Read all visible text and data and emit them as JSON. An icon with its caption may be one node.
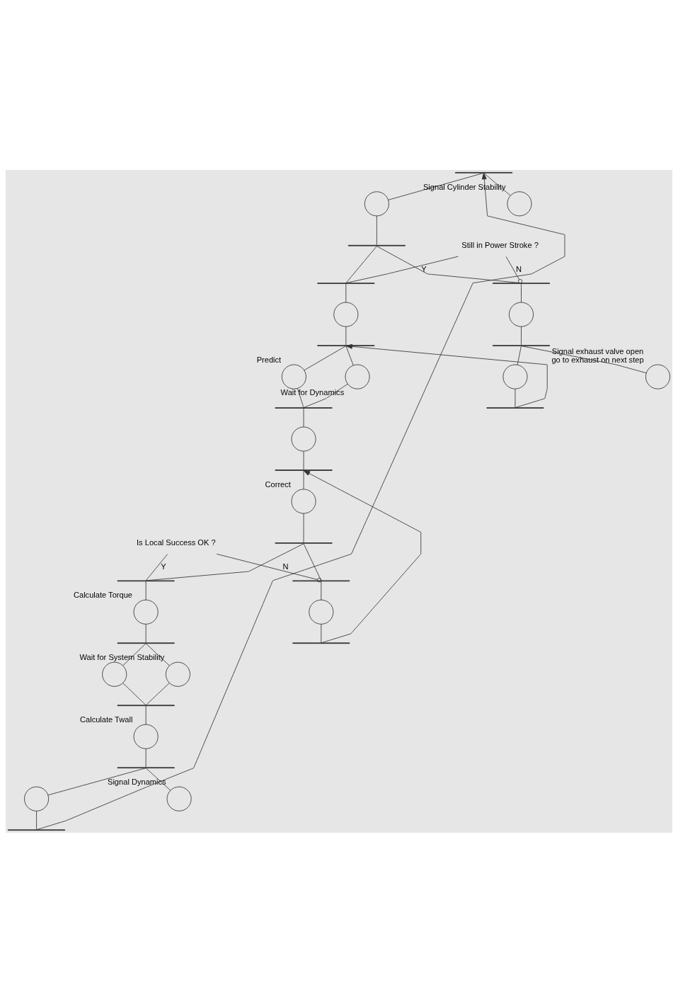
{
  "diagram": {
    "nodes": [
      {
        "text": [],
        "shape": "bar"
      },
      {
        "text": [],
        "shape": "circle"
      },
      {
        "text": [],
        "shape": "circle",
        "beside": [
          "Signal Cylinder Stability"
        ]
      },
      {
        "text": [
          "Still in Power Stroke ?"
        ]
      },
      {
        "text": [],
        "shape": "bar"
      },
      {
        "text": [],
        "shape": "bar"
      },
      {
        "text": [],
        "shape": "bar"
      },
      {
        "text": [],
        "shape": "circle"
      },
      {
        "text": [],
        "shape": "circle"
      },
      {
        "text": [],
        "shape": "bar"
      },
      {
        "text": [],
        "shape": "bar"
      },
      {
        "text": [],
        "shape": "circle",
        "beside": [
          "Predict"
        ]
      },
      {
        "text": [],
        "shape": "circle",
        "beside": [
          "Wait for Dynamics"
        ]
      },
      {
        "text": [],
        "shape": "circle"
      },
      {
        "text": [],
        "shape": "circle",
        "beside": [
          "Signal exhaust valve open",
          "go to exhaust on next step"
        ]
      },
      {
        "text": [],
        "shape": "bar"
      },
      {
        "text": [],
        "shape": "bar"
      },
      {
        "text": [],
        "shape": "circle"
      },
      {
        "text": [],
        "shape": "bar"
      },
      {
        "text": [],
        "shape": "circle",
        "beside": [
          "Correct"
        ]
      },
      {
        "text": [
          "Is Local Success OK ?"
        ]
      },
      {
        "text": [],
        "shape": "bar"
      },
      {
        "text": [],
        "shape": "bar"
      },
      {
        "text": [],
        "shape": "bar"
      },
      {
        "text": [],
        "shape": "circle",
        "beside": [
          "Calculate Torque"
        ]
      },
      {
        "text": [],
        "shape": "circle"
      },
      {
        "text": [],
        "shape": "bar"
      },
      {
        "text": [],
        "shape": "bar"
      },
      {
        "text": [],
        "shape": "circle"
      },
      {
        "text": [],
        "shape": "circle",
        "beside": [
          "Wait for System Stability"
        ]
      },
      {
        "text": [],
        "shape": "bar"
      },
      {
        "text": [],
        "shape": "circle",
        "beside": [
          "Calculate Twall"
        ]
      },
      {
        "text": [],
        "shape": "bar"
      },
      {
        "text": [],
        "shape": "circle"
      },
      {
        "text": [],
        "shape": "circle",
        "beside": [
          "Signal Dynamics"
        ]
      },
      {
        "text": [],
        "shape": "bar"
      }
    ],
    "edges": [
      {
        "from": 35,
        "to": 0,
        "arrow": "to"
      },
      {
        "from": 0,
        "to": 1,
        "arrow": "none"
      },
      {
        "from": 0,
        "to": 2,
        "arrow": "none"
      },
      {
        "from": 1,
        "to": 4,
        "arrow": "none"
      },
      {
        "from": 4,
        "to": 5,
        "arrow": "none"
      },
      {
        "from": 4,
        "to": 6,
        "arrow": "none"
      },
      {
        "from": 3,
        "to": 5,
        "arrow": "none",
        "label": "Y"
      },
      {
        "from": 3,
        "to": 6,
        "arrow": "other",
        "label": "N"
      },
      {
        "from": 5,
        "to": 7,
        "arrow": "none"
      },
      {
        "from": 6,
        "to": 8,
        "arrow": "none"
      },
      {
        "from": 7,
        "to": 9,
        "arrow": "none"
      },
      {
        "from": 8,
        "to": 10,
        "arrow": "none"
      },
      {
        "from": 9,
        "to": 11,
        "arrow": "none"
      },
      {
        "from": 9,
        "to": 12,
        "arrow": "none"
      },
      {
        "from": 10,
        "to": 13,
        "arrow": "none"
      },
      {
        "from": 10,
        "to": 14,
        "arrow": "none"
      },
      {
        "from": 11,
        "to": 15,
        "arrow": "none"
      },
      {
        "from": 12,
        "to": 15,
        "arrow": "none"
      },
      {
        "from": 13,
        "to": 16,
        "arrow": "none"
      },
      {
        "from": 16,
        "to": 9,
        "arrow": "to"
      },
      {
        "from": 15,
        "to": 17,
        "arrow": "none"
      },
      {
        "from": 17,
        "to": 18,
        "arrow": "none"
      },
      {
        "from": 27,
        "to": 18,
        "arrow": "to"
      },
      {
        "from": 18,
        "to": 19,
        "arrow": "none"
      },
      {
        "from": 19,
        "to": 21,
        "arrow": "none"
      },
      {
        "from": 21,
        "to": 22,
        "arrow": "none"
      },
      {
        "from": 21,
        "to": 23,
        "arrow": "none"
      },
      {
        "from": 20,
        "to": 22,
        "arrow": "none",
        "label": "Y"
      },
      {
        "from": 20,
        "to": 23,
        "arrow": "other",
        "label": "N"
      },
      {
        "from": 22,
        "to": 24,
        "arrow": "none"
      },
      {
        "from": 23,
        "to": 25,
        "arrow": "none"
      },
      {
        "from": 24,
        "to": 26,
        "arrow": "none"
      },
      {
        "from": 25,
        "to": 27,
        "arrow": "none"
      },
      {
        "from": 26,
        "to": 28,
        "arrow": "none"
      },
      {
        "from": 26,
        "to": 29,
        "arrow": "none"
      },
      {
        "from": 28,
        "to": 30,
        "arrow": "none"
      },
      {
        "from": 29,
        "to": 30,
        "arrow": "none"
      },
      {
        "from": 30,
        "to": 31,
        "arrow": "none"
      },
      {
        "from": 31,
        "to": 32,
        "arrow": "none"
      },
      {
        "from": 32,
        "to": 33,
        "arrow": "none"
      },
      {
        "from": 32,
        "to": 34,
        "arrow": "none"
      },
      {
        "from": 33,
        "to": 35,
        "arrow": "none"
      }
    ]
  }
}
